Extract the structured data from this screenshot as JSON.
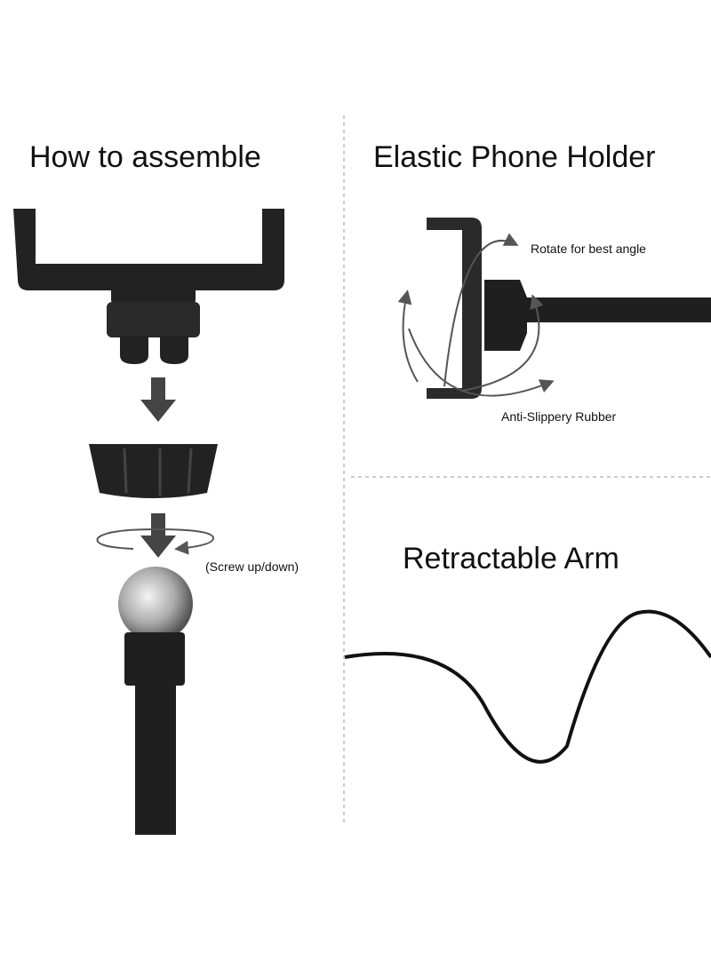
{
  "sections": {
    "assemble": {
      "title": "How to assemble",
      "screw_label": "(Screw up/down)"
    },
    "holder": {
      "title": "Elastic Phone Holder",
      "rotate_label": "Rotate for best angle",
      "rubber_label": "Anti-Slippery Rubber"
    },
    "arm": {
      "title": "Retractable Arm"
    }
  },
  "colors": {
    "product": "#1f1f1f",
    "arrow": "#555555",
    "divider": "#999999",
    "ball": "#b8b8b8"
  },
  "icons": [
    "down-arrow-icon",
    "rotate-arrow-icon",
    "divider-line"
  ]
}
